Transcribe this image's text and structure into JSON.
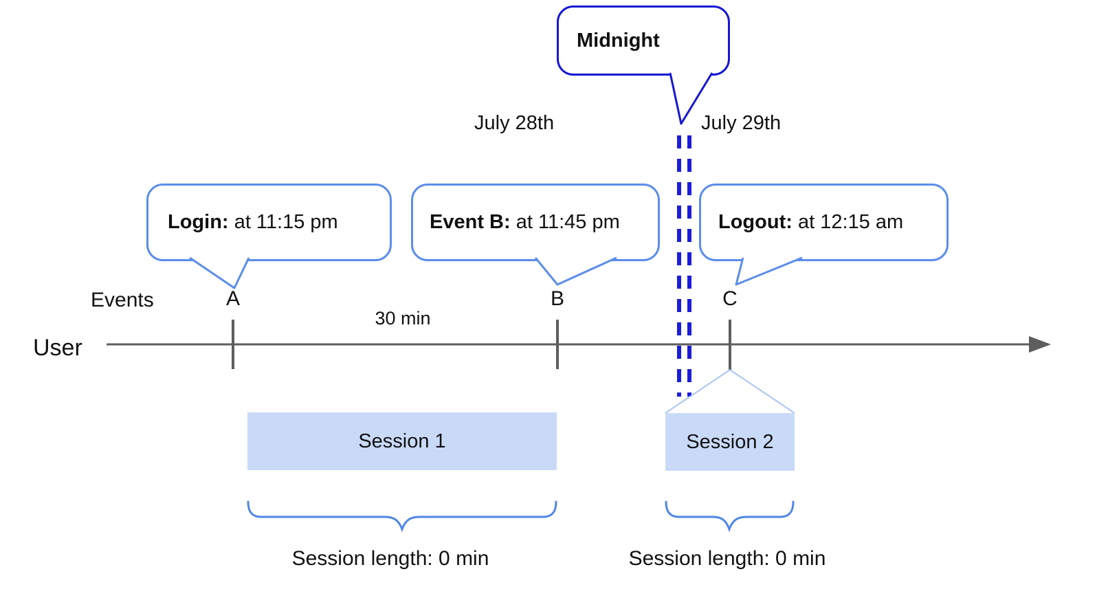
{
  "diagram": {
    "title_bubble": {
      "label": "Midnight"
    },
    "dates": {
      "left": "July 28th",
      "right": "July 29th"
    },
    "event_bubbles": [
      {
        "label": "Login:",
        "time": "at 11:15 pm",
        "event": "A"
      },
      {
        "label": "Event B:",
        "time": "at 11:45 pm",
        "event": "B"
      },
      {
        "label": "Logout:",
        "time": "at 12:15 am",
        "event": "C"
      }
    ],
    "axis": {
      "row_label": "Events",
      "lane_label": "User",
      "tick_labels": [
        "A",
        "B",
        "C"
      ],
      "interval_label": "30 min"
    },
    "sessions": [
      {
        "name": "Session 1",
        "length_label": "Session length: 0 min"
      },
      {
        "name": "Session 2",
        "length_label": "Session length: 0 min"
      }
    ],
    "colors": {
      "bubble_border": "#5b8dea",
      "midnight_border": "#1717d6",
      "midnight_dashes": "#1c1cdc",
      "timeline": "#5e5e5e",
      "session_fill": "#c9daf8",
      "session_connector": "#a8c5f5",
      "brace": "#4d86e8",
      "text": "#111111"
    }
  }
}
